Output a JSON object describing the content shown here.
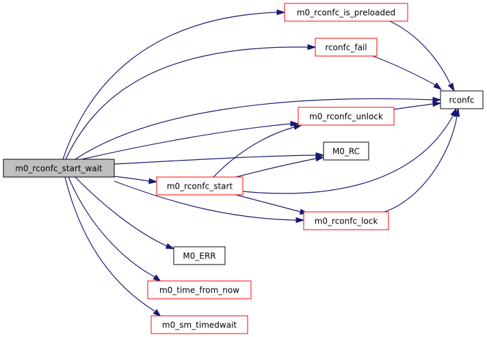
{
  "diagram": {
    "type": "call-graph",
    "edge_color": "#191970",
    "root_fill": "#bfbfbf",
    "linked_border": "#ff0000",
    "plain_border": "#000000",
    "nodes": [
      {
        "id": "start_wait",
        "label": "m0_rconfc_start_wait",
        "style": "root"
      },
      {
        "id": "is_preloaded",
        "label": "m0_rconfc_is_preloaded",
        "style": "linked"
      },
      {
        "id": "fail",
        "label": "rconfc_fail",
        "style": "linked"
      },
      {
        "id": "rconfc",
        "label": "rconfc",
        "style": "plain"
      },
      {
        "id": "unlock",
        "label": "m0_rconfc_unlock",
        "style": "linked"
      },
      {
        "id": "rc",
        "label": "M0_RC",
        "style": "plain"
      },
      {
        "id": "start",
        "label": "m0_rconfc_start",
        "style": "linked"
      },
      {
        "id": "lock",
        "label": "m0_rconfc_lock",
        "style": "linked"
      },
      {
        "id": "err",
        "label": "M0_ERR",
        "style": "plain"
      },
      {
        "id": "time_from_now",
        "label": "m0_time_from_now",
        "style": "linked"
      },
      {
        "id": "timedwait",
        "label": "m0_sm_timedwait",
        "style": "linked"
      }
    ],
    "edges": [
      {
        "from": "start_wait",
        "to": "is_preloaded"
      },
      {
        "from": "start_wait",
        "to": "fail"
      },
      {
        "from": "start_wait",
        "to": "rconfc"
      },
      {
        "from": "start_wait",
        "to": "unlock"
      },
      {
        "from": "start_wait",
        "to": "rc"
      },
      {
        "from": "start_wait",
        "to": "start"
      },
      {
        "from": "start_wait",
        "to": "lock"
      },
      {
        "from": "start_wait",
        "to": "err"
      },
      {
        "from": "start_wait",
        "to": "time_from_now"
      },
      {
        "from": "start_wait",
        "to": "timedwait"
      },
      {
        "from": "is_preloaded",
        "to": "rconfc"
      },
      {
        "from": "fail",
        "to": "rconfc"
      },
      {
        "from": "unlock",
        "to": "rconfc"
      },
      {
        "from": "start",
        "to": "unlock"
      },
      {
        "from": "start",
        "to": "rc"
      },
      {
        "from": "start",
        "to": "rconfc"
      },
      {
        "from": "start",
        "to": "lock"
      },
      {
        "from": "lock",
        "to": "rconfc"
      }
    ]
  }
}
